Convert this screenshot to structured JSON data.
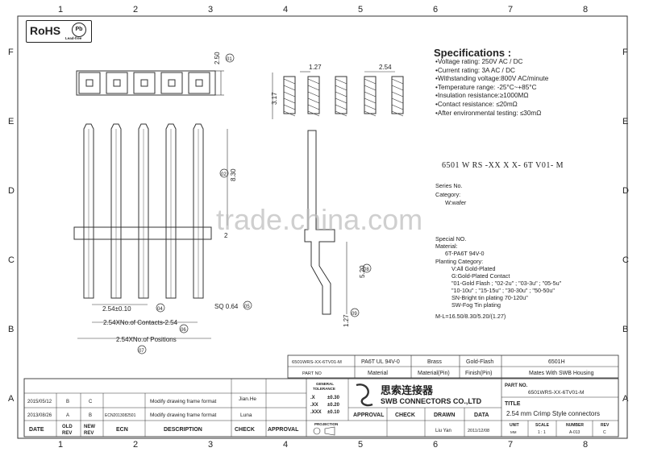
{
  "grid": {
    "cols": [
      "1",
      "2",
      "3",
      "4",
      "5",
      "6",
      "7",
      "8"
    ],
    "rows": [
      "F",
      "E",
      "D",
      "C",
      "B",
      "A"
    ]
  },
  "rohs": {
    "label": "RoHS",
    "pb": "Pb",
    "lead_free": "Lead-free"
  },
  "watermark": "trade.china.com",
  "specifications": {
    "title": "Specifications :",
    "items": [
      "Voltage rating: 250V AC / DC",
      "Current rating: 3A  AC / DC",
      "Withstanding voltage:800V AC/minute",
      "Temperature range: -25°C~+85°C",
      "Insulation resistance:≥1000MΩ",
      "Contact resistance: ≤20mΩ",
      "After environmental testing: ≤30mΩ"
    ]
  },
  "part_code": {
    "text": "6501 W RS -XX X X- 6T V01- M",
    "series": "Series No.",
    "category": "Category:",
    "category_value": "W:wafer",
    "special": "Special NO.",
    "material": "Material:",
    "material_value": "6T-PA6T  94V-0",
    "planting": "Planting Category:",
    "planting_lines": [
      "V:All Gold-Plated",
      "G:Gold-Plated Contact",
      "\"01-Gold Flash  ; \"02-2u\" ; \"03-3u\" ; \"05-5u\"",
      "\"10-10u\" ; \"15-15u\" ; \"30-30u\" ; \"50-50u\"",
      "SN-Bright tin plating 70-120u\"",
      "SW-Fog Tin plating"
    ],
    "ml": "M-L=16.50/8.30/5.20/(1.27)"
  },
  "dimensions": {
    "d250": "2.50",
    "d127": "1.27",
    "d254": "2.54",
    "d317": "3.17",
    "d830": "8.30",
    "d2": "2",
    "d520": "5.20",
    "d127b": "1.27",
    "pitch": "2.54±0.10",
    "sq": "SQ 0.64",
    "contacts": "2.54XNo.of Contacts-2.54",
    "positions": "2.54XNo.of Positions"
  },
  "bom": {
    "row1": [
      "6501WRS-XX-6TV01-M",
      "PA6T  UL 94V-0",
      "Brass",
      "Gold-Flash",
      "6501H"
    ],
    "row2": [
      "PART NO",
      "Material",
      "Material(Pin)",
      "Finish(Pin)",
      "Mates With SWB  Housing"
    ]
  },
  "revisions": [
    {
      "date": "2015/05/12",
      "old": "B",
      "new": "C",
      "ecn": "",
      "desc": "Modify drawing frame format",
      "check": "Jian.He"
    },
    {
      "date": "2013/08/26",
      "old": "A",
      "new": "B",
      "ecn": "ECN2013082501",
      "desc": "Modify drawing frame format",
      "check": "Luna"
    }
  ],
  "rev_headers": {
    "date": "DATE",
    "old": "OLD REV",
    "new": "NEW REV",
    "ecn": "ECN",
    "desc": "DESCRIPTION",
    "check": "CHECK",
    "approval": "APPROVAL"
  },
  "tolerance": {
    "title": "GENERAL TOLERANCE",
    "rows": [
      [
        ".X",
        "±0.30"
      ],
      [
        ".XX",
        "±0.20"
      ],
      [
        ".XXX",
        "±0.10"
      ]
    ],
    "projection": "PROJECTION"
  },
  "company": {
    "cn": "思索连接器",
    "en": "SWB CONNECTORS CO.,LTD"
  },
  "signoff": {
    "approval": "APPROVAL",
    "check": "CHECK",
    "drawn": "DRAWN",
    "date": "DATA",
    "drawn_by": "Liu Yan",
    "drawn_date": "2011/12/08"
  },
  "title_block": {
    "part_no_label": "PART NO.",
    "part_no": "6501WRS-XX-6TV01-M",
    "title_label": "TITLE",
    "title": "2.54 mm Crimp Style connectors",
    "unit_label": "UNIT",
    "unit": "MM",
    "scale_label": "SCALE",
    "scale": "1 : 1",
    "number_label": "NUMBER",
    "number": "A-013",
    "rev_label": "REV",
    "rev": "C"
  }
}
